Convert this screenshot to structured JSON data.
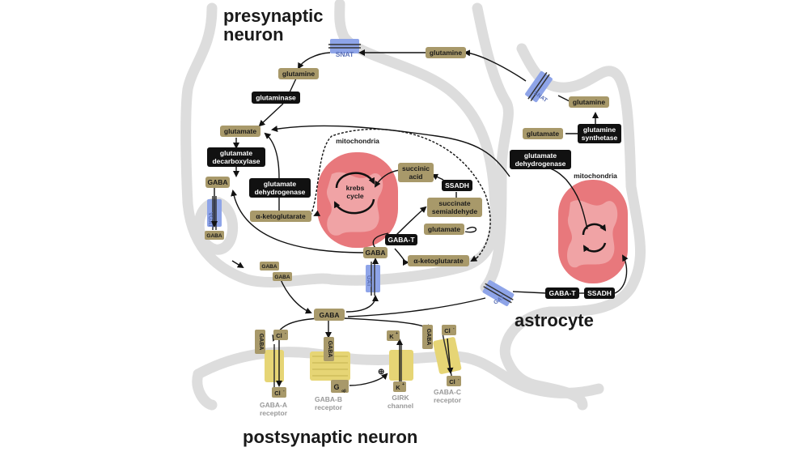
{
  "regions": {
    "presynaptic": [
      "presynaptic",
      "neuron"
    ],
    "postsynaptic": "postsynaptic neuron",
    "astrocyte": "astrocyte"
  },
  "colors": {
    "gold": "#a8996a",
    "black": "#111111",
    "membrane": "#dddddd",
    "transporter": "#8ea4e8",
    "mitochondrion": "#e8787c",
    "receptor": "#e6d575"
  },
  "pre": {
    "glutamine": "glutamine",
    "glutaminase": "glutaminase",
    "glutamate": "glutamate",
    "gad": [
      "glutamate",
      "decarboxylase"
    ],
    "gaba": "GABA",
    "vgat": "VGAT",
    "vesicle_gaba": "GABA",
    "gdh": [
      "glutamate",
      "dehydrogenase"
    ],
    "akg": "α-ketoglutarate",
    "mito_label": "mitochondria",
    "krebs": [
      "krebs",
      "cycle"
    ],
    "succinic": [
      "succinic",
      "acid"
    ],
    "ssadh": "SSADH",
    "ssa": [
      "succinate",
      "semialdehyde"
    ],
    "glutamate2": "glutamate",
    "gabat": "GABA-T",
    "gaba2": "GABA",
    "akg2": "α-ketoglutarate",
    "gat": "GAT",
    "snat": "SNAT",
    "glutamine_top": "glutamine"
  },
  "cleft": {
    "gaba_small1": "GABA",
    "gaba_small2": "GABA",
    "gaba_hub": "GABA"
  },
  "astro": {
    "snat": "SNAT",
    "glutamine": "glutamine",
    "gs": [
      "glutamine",
      "synthetase"
    ],
    "glutamate": "glutamate",
    "gdh": [
      "glutamate",
      "dehydrogenase"
    ],
    "mito_label": "mitochondria",
    "gat": "GAT",
    "gabat": "GABA-T",
    "ssadh": "SSADH"
  },
  "post": {
    "gaba_a": "GABA",
    "cl_in": "Cl",
    "cl_out": "Cl",
    "gaba_a_label": [
      "GABA-A",
      "receptor"
    ],
    "gaba_b": "GABA",
    "g_protein": "G",
    "g_sub": "αβ",
    "gaba_b_label": [
      "GABA-B",
      "receptor"
    ],
    "plus": "⊕",
    "k_in": "K",
    "k_out": "K",
    "girk_label": [
      "GIRK",
      "channel"
    ],
    "gaba_c": "GABA",
    "cl_in_c": "Cl",
    "cl_out_c": "Cl",
    "gaba_c_label": [
      "GABA-C",
      "receptor"
    ]
  }
}
